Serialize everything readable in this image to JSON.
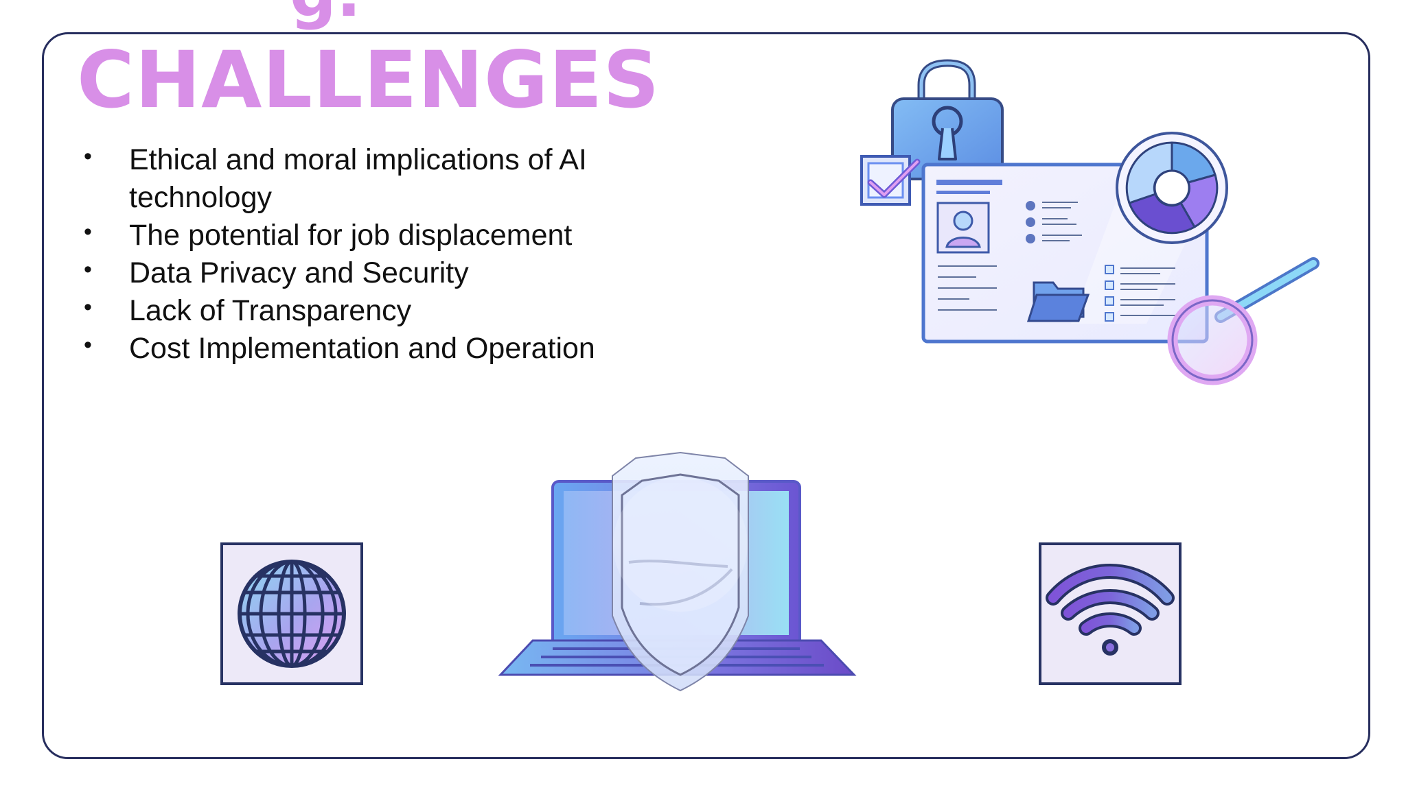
{
  "slide": {
    "heading_fragment": "g.",
    "title": "CHALLENGES",
    "bullets": [
      "Ethical and moral implications of AI technology",
      "The potential for job displacement",
      "Data Privacy and Security",
      "Lack of Transparency",
      "Cost Implementation and Operation"
    ]
  },
  "illustrations": [
    "security-dashboard-illustration",
    "globe-icon",
    "laptop-shield-illustration",
    "wifi-icon"
  ],
  "colors": {
    "title": "#d88fe7",
    "frame": "#272e5e",
    "accent_blue": "#7fb6ef",
    "accent_violet": "#7c63d7",
    "accent_pink": "#e5a5f0"
  }
}
